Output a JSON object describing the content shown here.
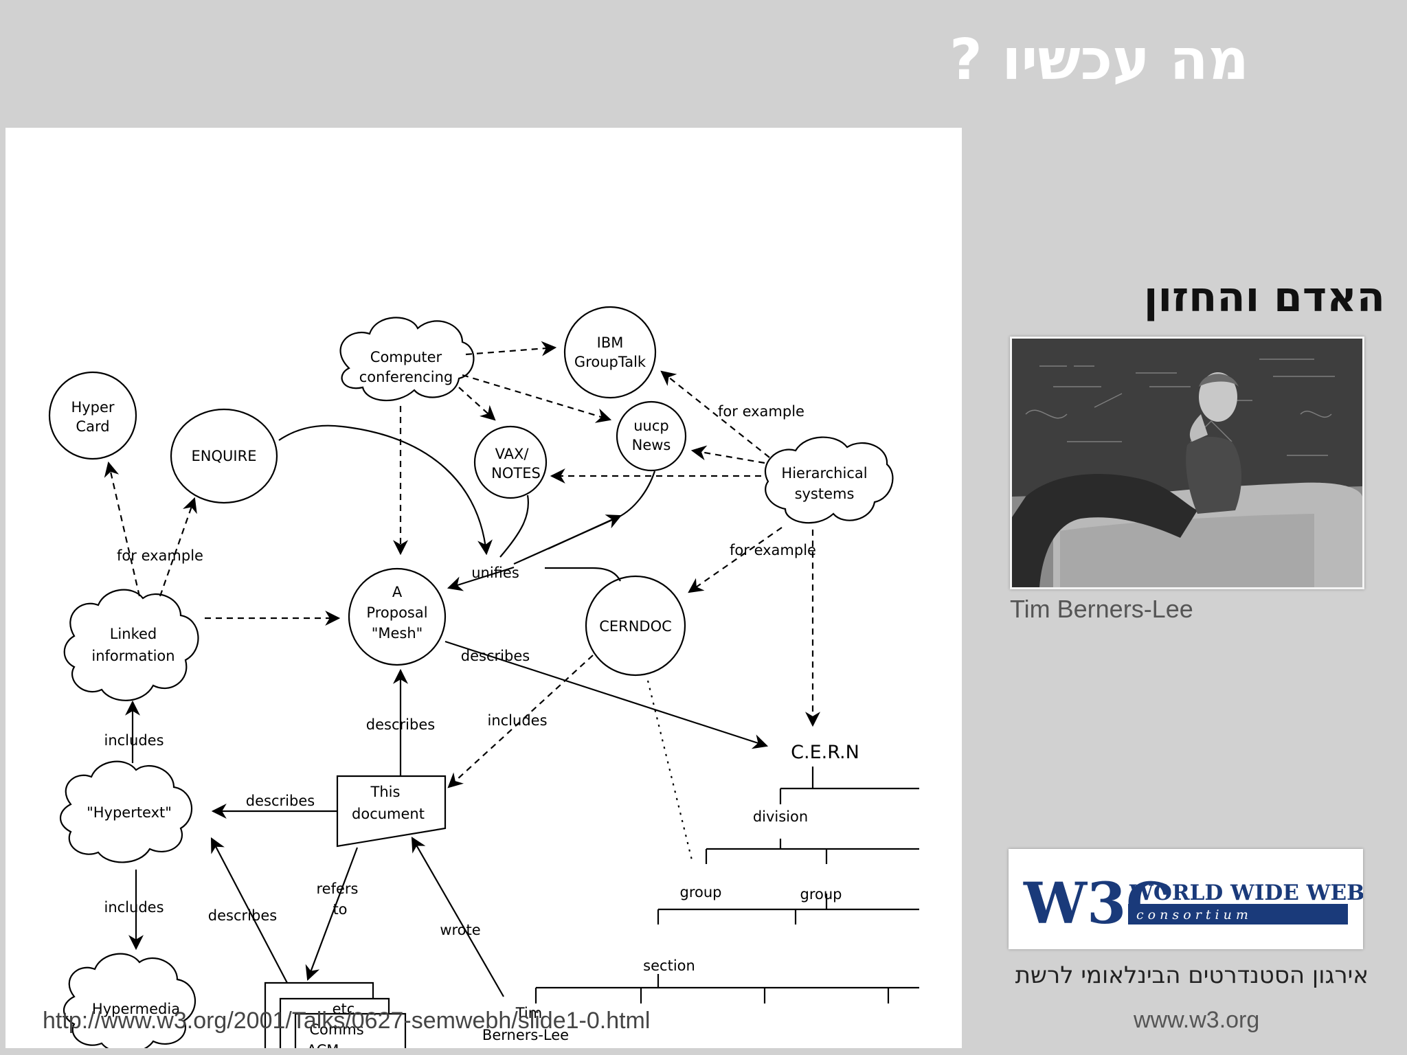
{
  "slide": {
    "title": "מה עכשיו ?",
    "source_url": "http://www.w3.org/2001/Talks/0627-semwebh/slide1-0.html"
  },
  "sidebar": {
    "heading": "האדם והחזון",
    "photo_caption": "Tim Berners-Lee",
    "logo": {
      "mark": "W3C",
      "line1": "WORLD WIDE WEB",
      "line2": "c o n s o r t i u m",
      "brand_color": "#1a3a7a"
    },
    "org_name": "אירגון הסטנדרטים הבינלאומי לרשת",
    "site": "www.w3.org"
  },
  "diagram": {
    "nodes": {
      "computer_conf": [
        "Computer",
        "conferencing"
      ],
      "ibm": [
        "IBM",
        "GroupTalk"
      ],
      "hypercard": [
        "Hyper",
        "Card"
      ],
      "enquire": [
        "ENQUIRE"
      ],
      "vax": [
        "VAX/",
        "NOTES"
      ],
      "uucp": [
        "uucp",
        "News"
      ],
      "hierarchical": [
        "Hierarchical",
        "systems"
      ],
      "linked": [
        "Linked",
        "information"
      ],
      "mesh": [
        "A",
        "Proposal",
        "\"Mesh\""
      ],
      "cerndoc": [
        "CERNDOC"
      ],
      "hypertext": [
        "\"Hypertext\""
      ],
      "this_doc": [
        "This",
        "document"
      ],
      "hypermedia": [
        "Hypermedia"
      ],
      "comms": [
        "Comms",
        "ACM"
      ],
      "etc": [
        "etc"
      ],
      "tbl": [
        "Tim",
        "Berners-Lee"
      ],
      "cern": [
        "C.E.R.N"
      ]
    },
    "edge_labels": {
      "for_example_left": "for example",
      "for_example_top": "for example",
      "for_example_right": "for example",
      "unifies": "unifies",
      "describes_mesh": "describes",
      "describes_doc": "describes",
      "describes_hypertext": "describes",
      "describes_left": "describes",
      "includes_cern": "includes",
      "includes_up": "includes",
      "includes_down": "includes",
      "refers_to": [
        "refers",
        "to"
      ],
      "wrote": "wrote",
      "division": "division",
      "group1": "group",
      "group2": "group",
      "section": "section"
    }
  }
}
